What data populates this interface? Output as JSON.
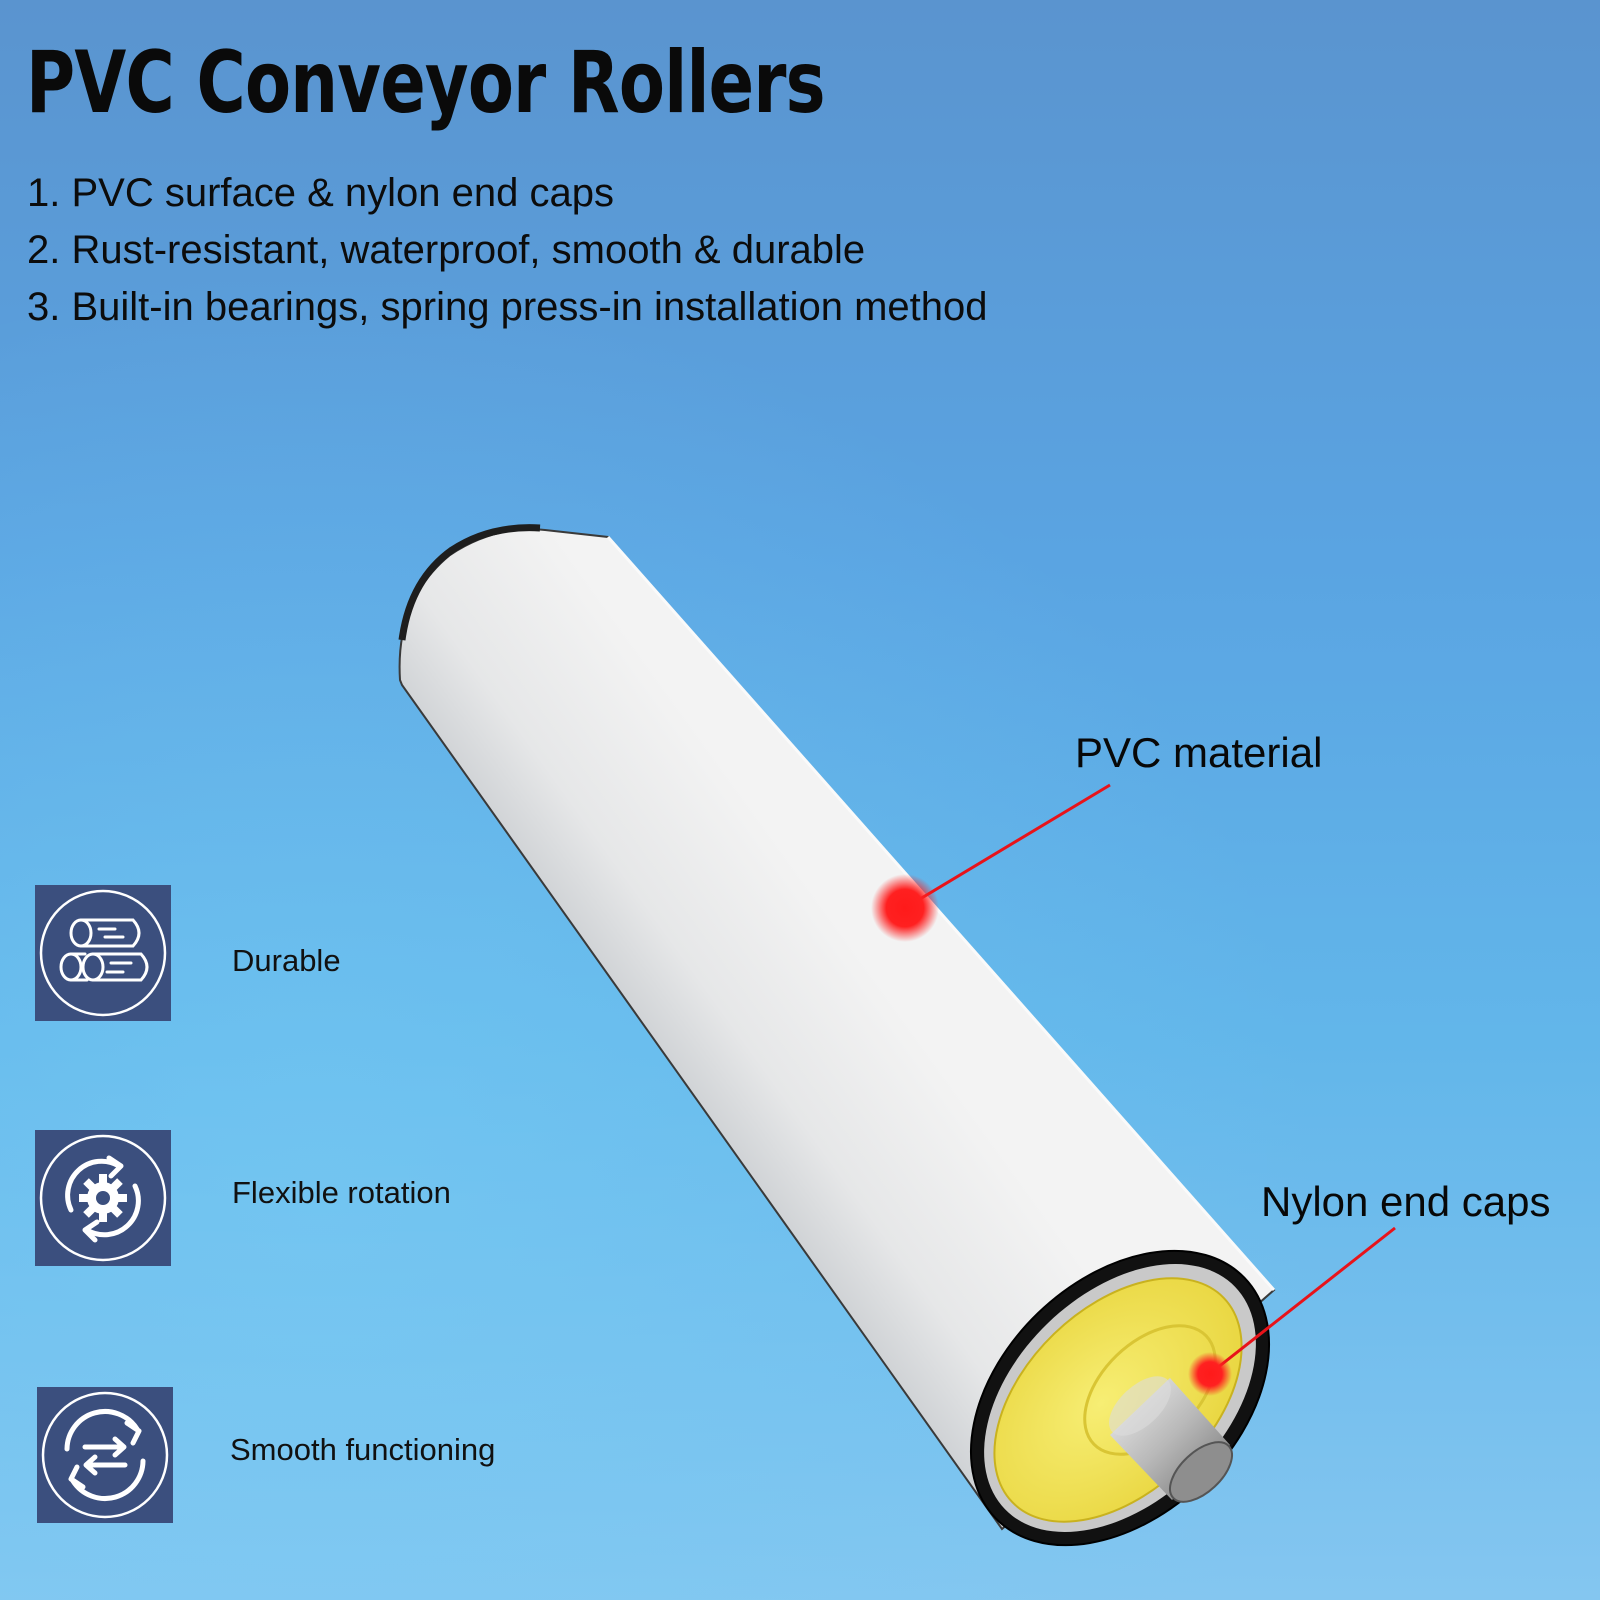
{
  "header": {
    "title": "PVC Conveyor Rollers",
    "features": [
      "1. PVC surface & nylon end caps",
      "2. Rust-resistant, waterproof, smooth & durable",
      "3. Built-in bearings, spring press-in installation method"
    ]
  },
  "callouts": {
    "pvc": "PVC material",
    "nylon": "Nylon end caps"
  },
  "icons": [
    {
      "icon": "logs-icon",
      "label": "Durable"
    },
    {
      "icon": "gear-rotation-icon",
      "label": "Flexible rotation"
    },
    {
      "icon": "swap-arrows-icon",
      "label": "Smooth functioning"
    }
  ],
  "colors": {
    "icon_bg": "#3b4f7e",
    "callout_red": "#ff1a1a",
    "end_cap_yellow": "#f2e34a"
  }
}
